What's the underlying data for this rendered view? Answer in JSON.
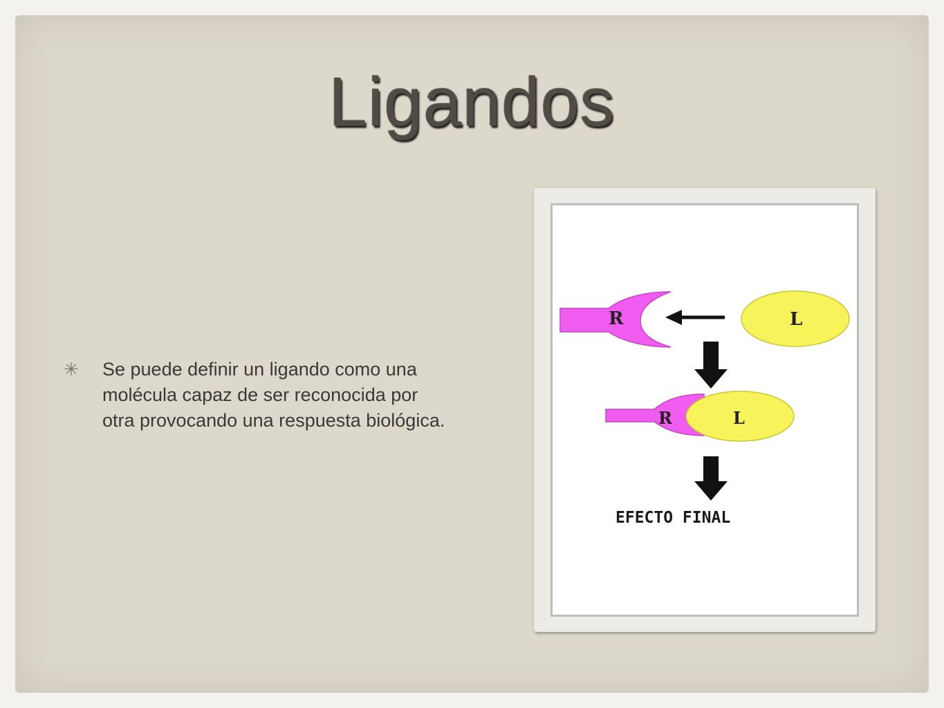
{
  "slide": {
    "title": "Ligandos",
    "bullet": {
      "marker": "✳",
      "text": "Se puede definir un ligando como una molécula capaz de ser reconocida por otra provocando una respuesta biológica."
    }
  },
  "diagram": {
    "receptor_label": "R",
    "ligand_label": "L",
    "bound_receptor_label": "R",
    "bound_ligand_label": "L",
    "result_label": "EFECTO FINAL",
    "colors": {
      "receptor": "#f05cf0",
      "ligand": "#f7f35a",
      "arrow": "#111111"
    }
  }
}
